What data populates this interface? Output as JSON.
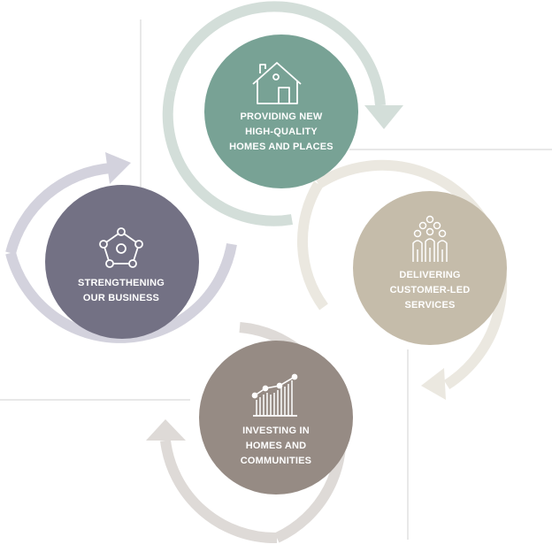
{
  "steps": [
    {
      "name": "homes",
      "lines": [
        "PROVIDING NEW",
        "HIGH-QUALITY",
        "HOMES AND PLACES"
      ],
      "color": "#78a295",
      "arc_color": "#d3ded9",
      "icon": "house-icon"
    },
    {
      "name": "customer",
      "lines": [
        "DELIVERING",
        "CUSTOMER-LED",
        "SERVICES"
      ],
      "color": "#c5bcaa",
      "arc_color": "#ebe8e0",
      "icon": "people-group-icon"
    },
    {
      "name": "investing",
      "lines": [
        "INVESTING IN",
        "HOMES AND",
        "COMMUNITIES"
      ],
      "color": "#968b84",
      "arc_color": "#dedad7",
      "icon": "growth-chart-icon"
    },
    {
      "name": "business",
      "lines": [
        "STRENGTHENING",
        "OUR BUSINESS"
      ],
      "color": "#737184",
      "arc_color": "#d3d2dd",
      "icon": "network-icon"
    }
  ],
  "divider_color": "#d9d9d9"
}
